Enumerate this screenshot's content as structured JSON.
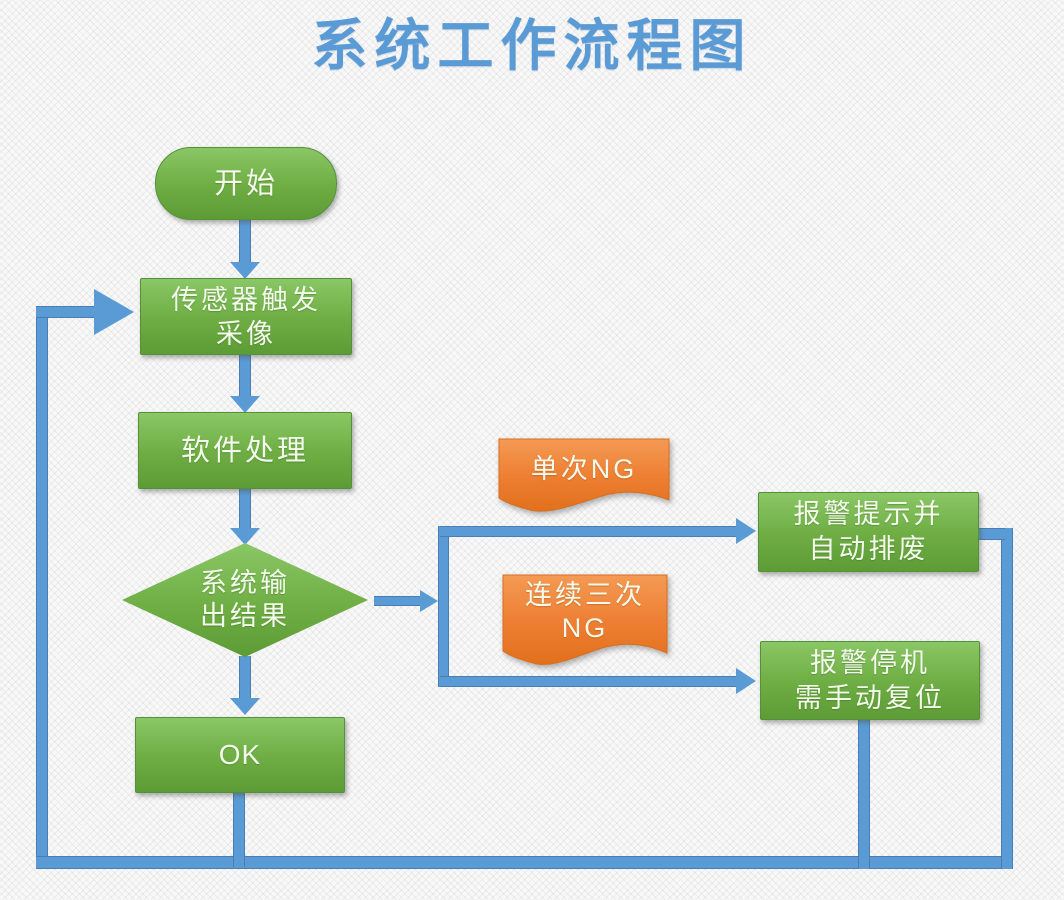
{
  "title": "系统工作流程图",
  "colors": {
    "title_blue": "#5B9BD5",
    "connector_blue": "#5B9BD5",
    "connector_border": "#4173A6",
    "node_green": "#6FAE44",
    "node_green_light": "#8AC766",
    "node_green_dark": "#5D9C35",
    "callout_orange": "#ED7D31",
    "callout_orange_light": "#F49A54",
    "callout_orange_dark": "#E2701C",
    "node_text": "#F3FAEC"
  },
  "nodes": {
    "start": {
      "label": "开始",
      "shape": "rounded"
    },
    "capture": {
      "label": "传感器触发\n采像",
      "shape": "rectangle"
    },
    "process": {
      "label": "软件处理",
      "shape": "rectangle"
    },
    "decision": {
      "label": "系统输\n出结果",
      "shape": "diamond"
    },
    "ok": {
      "label": "OK",
      "shape": "rectangle"
    },
    "alarm_reject": {
      "label": "报警提示并\n自动排废",
      "shape": "rectangle"
    },
    "alarm_stop": {
      "label": "报警停机\n需手动复位",
      "shape": "rectangle"
    }
  },
  "callouts": {
    "single_ng": {
      "label": "单次NG"
    },
    "triple_ng": {
      "label": "连续三次\nNG"
    }
  },
  "edges": [
    {
      "from": "start",
      "to": "capture"
    },
    {
      "from": "capture",
      "to": "process"
    },
    {
      "from": "process",
      "to": "decision"
    },
    {
      "from": "decision",
      "to": "alarm_reject",
      "note": "单次NG"
    },
    {
      "from": "decision",
      "to": "alarm_stop",
      "note": "连续三次NG"
    },
    {
      "from": "decision",
      "to": "ok"
    },
    {
      "from": "ok",
      "to": "capture",
      "type": "loop"
    },
    {
      "from": "alarm_reject",
      "to": "capture",
      "type": "loop"
    },
    {
      "from": "alarm_stop",
      "to": "capture",
      "type": "loop"
    }
  ]
}
